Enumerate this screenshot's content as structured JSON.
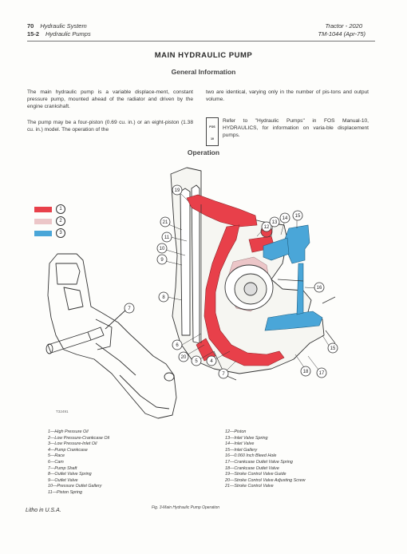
{
  "header": {
    "left_page": "70",
    "left_title": "Hydraulic System",
    "left_section": "15-2",
    "left_subtitle": "Hydraulic Pumps",
    "right_title": "Tractor - 2020",
    "right_manual": "TM-1044",
    "right_date": "(Apr-75)"
  },
  "main_title": "MAIN HYDRAULIC PUMP",
  "section_title": "General Information",
  "body": {
    "para1": "The main hydraulic pump is a variable displace-ment, constant pressure pump, mounted ahead of the radiator and driven by the engine crankshaft.",
    "para2": "The pump may be a four-piston (0.69 cu. in.) or an eight-piston (1.38 cu. in.) model. The operation of the",
    "para3": "two are identical, varying only in the number of pis-tons and output volume.",
    "fos_note": "Refer to \"Hydraulic Pumps\" in FOS Manual-10, HYDRAULICS, for information on varia-ble displacement pumps.",
    "fos_label": "FOS",
    "fos_number": "10"
  },
  "operation_title": "Operation",
  "legend": [
    {
      "number": "1",
      "color": "#e8404a"
    },
    {
      "number": "2",
      "color": "#ecc6c8"
    },
    {
      "number": "3",
      "color": "#4aa6d8"
    }
  ],
  "figure_code": "T32491",
  "callouts": [
    "1",
    "2",
    "3",
    "4",
    "5",
    "6",
    "7",
    "8",
    "9",
    "10",
    "11",
    "12",
    "13",
    "14",
    "15",
    "16",
    "17",
    "18",
    "19",
    "20",
    "21"
  ],
  "captions_left": [
    "1—High Pressure Oil",
    "2—Low Pressure-Crankcase Oil",
    "3—Low Pressure-Inlet Oil",
    "4—Pump Crankcase",
    "5—Race",
    "6—Cam",
    "7—Pump Shaft",
    "8—Outlet Valve Spring",
    "9—Outlet Valve",
    "10—Pressure Outlet Gallery",
    "11—Piston Spring"
  ],
  "captions_right": [
    "12—Piston",
    "13—Inlet Valve Spring",
    "14—Inlet Valve",
    "15—Inlet Gallery",
    "16—0.060 Inch Bleed Hole",
    "17—Crankcase Outlet Valve Spring",
    "18—Crankcase Outlet Valve",
    "19—Stroke Control Valve Guide",
    "20—Stroke Control Valve Adjusting Screw",
    "21—Stroke Control Valve"
  ],
  "figure_caption": "Fig. 3-Main Hydraulic Pump Operation",
  "footer": "Litho in U.S.A.",
  "colors": {
    "high_pressure": "#e8404a",
    "crankcase": "#ecc6c8",
    "inlet": "#4aa6d8",
    "ink": "#333333"
  }
}
